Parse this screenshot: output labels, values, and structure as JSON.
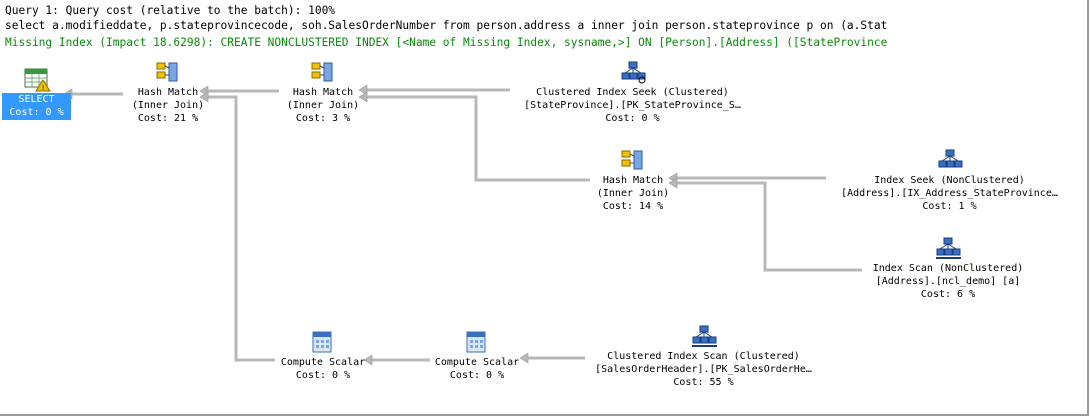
{
  "header": {
    "line1": "Query 1: Query cost (relative to the batch): 100%",
    "line2": "select a.modifieddate, p.stateprovincecode, soh.SalesOrderNumber from person.address a inner join person.stateprovince p on (a.Stat",
    "missing_index": "Missing Index (Impact 18.6298): CREATE NONCLUSTERED INDEX [<Name of Missing Index, sysname,>] ON [Person].[Address] ([StateProvince"
  },
  "colors": {
    "missing_index_text": "#0a8a0a",
    "selected_bg": "#3399ff",
    "warning": "#f2c200"
  },
  "nodes": {
    "select": {
      "label": "SELECT",
      "cost": "Cost: 0 %",
      "icon": "select-warning-icon"
    },
    "hash1": {
      "title": "Hash Match",
      "sub": "(Inner Join)",
      "cost": "Cost: 21 %",
      "icon": "hash-match-icon"
    },
    "hash2": {
      "title": "Hash Match",
      "sub": "(Inner Join)",
      "cost": "Cost: 3 %",
      "icon": "hash-match-icon"
    },
    "cis": {
      "title": "Clustered Index Seek (Clustered)",
      "sub": "[StateProvince].[PK_StateProvince_S…",
      "cost": "Cost: 0 %",
      "icon": "clustered-index-seek-icon"
    },
    "hash3": {
      "title": "Hash Match",
      "sub": "(Inner Join)",
      "cost": "Cost: 14 %",
      "icon": "hash-match-icon"
    },
    "iseek": {
      "title": "Index Seek (NonClustered)",
      "sub": "[Address].[IX_Address_StateProvince…",
      "cost": "Cost: 1 %",
      "icon": "index-seek-icon"
    },
    "iscan": {
      "title": "Index Scan (NonClustered)",
      "sub": "[Address].[ncl_demo] [a]",
      "cost": "Cost: 6 %",
      "icon": "index-scan-icon"
    },
    "cs1": {
      "title": "Compute Scalar",
      "cost": "Cost: 0 %",
      "icon": "compute-scalar-icon"
    },
    "cs2": {
      "title": "Compute Scalar",
      "cost": "Cost: 0 %",
      "icon": "compute-scalar-icon"
    },
    "cscan": {
      "title": "Clustered Index Scan (Clustered)",
      "sub": "[SalesOrderHeader].[PK_SalesOrderHe…",
      "cost": "Cost: 55 %",
      "icon": "clustered-index-scan-icon"
    }
  }
}
